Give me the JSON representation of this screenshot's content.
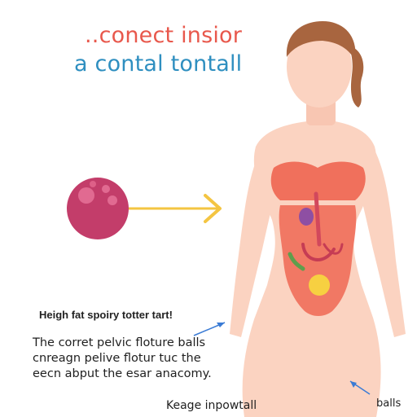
{
  "titles": {
    "line1": "..conect insior",
    "line2": "a contal tontall"
  },
  "labels": {
    "heading": "Heigh fat spoiry totter tart!",
    "desc": [
      "The corret pelvic floture balls",
      "cnreagn pelive flotur tuc the",
      "eecn abput the esar anacomy."
    ],
    "caption_bottom": "Keage inpowtall",
    "caption_right": "balls"
  },
  "colors": {
    "title1": "#e8584c",
    "title2": "#2f8fc0",
    "skin": "#fbd3c1",
    "skin_edge": "#f1b7a2",
    "hair": "#a8653f",
    "top": "#f0705c",
    "ball": "#c33d6a",
    "arrow": "#f4c542"
  },
  "icons": {
    "ball": "pelvic-ball-icon",
    "arrow": "arrow-right-icon",
    "figure": "female-figure-icon"
  }
}
